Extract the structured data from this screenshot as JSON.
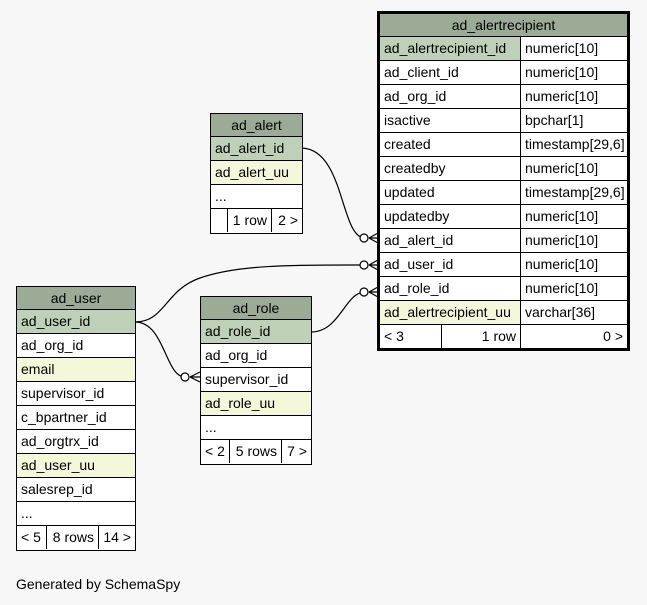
{
  "caption": "Generated by SchemaSpy",
  "tables": {
    "ad_alertrecipient": {
      "name": "ad_alertrecipient",
      "columns": [
        {
          "name": "ad_alertrecipient_id",
          "type": "numeric[10]",
          "kind": "pk"
        },
        {
          "name": "ad_client_id",
          "type": "numeric[10]",
          "kind": ""
        },
        {
          "name": "ad_org_id",
          "type": "numeric[10]",
          "kind": ""
        },
        {
          "name": "isactive",
          "type": "bpchar[1]",
          "kind": ""
        },
        {
          "name": "created",
          "type": "timestamp[29,6]",
          "kind": ""
        },
        {
          "name": "createdby",
          "type": "numeric[10]",
          "kind": ""
        },
        {
          "name": "updated",
          "type": "timestamp[29,6]",
          "kind": ""
        },
        {
          "name": "updatedby",
          "type": "numeric[10]",
          "kind": ""
        },
        {
          "name": "ad_alert_id",
          "type": "numeric[10]",
          "kind": ""
        },
        {
          "name": "ad_user_id",
          "type": "numeric[10]",
          "kind": ""
        },
        {
          "name": "ad_role_id",
          "type": "numeric[10]",
          "kind": ""
        },
        {
          "name": "ad_alertrecipient_uu",
          "type": "varchar[36]",
          "kind": "idx"
        }
      ],
      "footer": {
        "left": "< 3",
        "mid": "1 row",
        "right": "0 >"
      }
    },
    "ad_alert": {
      "name": "ad_alert",
      "columns": [
        {
          "name": "ad_alert_id",
          "kind": "pk"
        },
        {
          "name": "ad_alert_uu",
          "kind": "idx"
        },
        {
          "name": "...",
          "kind": ""
        }
      ],
      "footer": {
        "left": "",
        "mid": "1 row",
        "right": "2 >"
      }
    },
    "ad_user": {
      "name": "ad_user",
      "columns": [
        {
          "name": "ad_user_id",
          "kind": "pk"
        },
        {
          "name": "ad_org_id",
          "kind": ""
        },
        {
          "name": "email",
          "kind": "idx"
        },
        {
          "name": "supervisor_id",
          "kind": ""
        },
        {
          "name": "c_bpartner_id",
          "kind": ""
        },
        {
          "name": "ad_orgtrx_id",
          "kind": ""
        },
        {
          "name": "ad_user_uu",
          "kind": "idx"
        },
        {
          "name": "salesrep_id",
          "kind": ""
        },
        {
          "name": "...",
          "kind": ""
        }
      ],
      "footer": {
        "left": "< 5",
        "mid": "8 rows",
        "right": "14 >"
      }
    },
    "ad_role": {
      "name": "ad_role",
      "columns": [
        {
          "name": "ad_role_id",
          "kind": "pk"
        },
        {
          "name": "ad_org_id",
          "kind": ""
        },
        {
          "name": "supervisor_id",
          "kind": ""
        },
        {
          "name": "ad_role_uu",
          "kind": "idx"
        },
        {
          "name": "...",
          "kind": ""
        }
      ],
      "footer": {
        "left": "< 2",
        "mid": "5 rows",
        "right": "7 >"
      }
    }
  }
}
